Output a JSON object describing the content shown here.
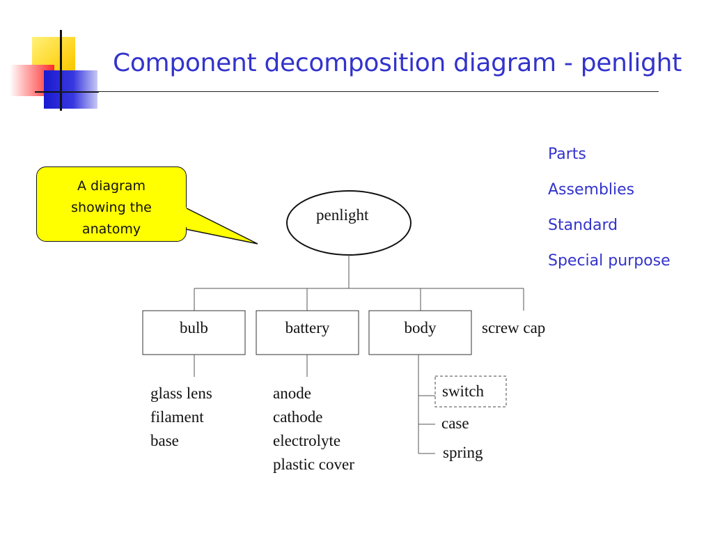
{
  "title": "Component decomposition diagram - penlight",
  "legend": [
    "Parts",
    "Assemblies",
    "Standard",
    "Special purpose"
  ],
  "callout": [
    "A diagram",
    "showing the",
    "anatomy"
  ],
  "root": "penlight",
  "children": [
    "bulb",
    "battery",
    "body",
    "screw cap"
  ],
  "bulb_parts": [
    "glass lens",
    "filament",
    "base"
  ],
  "battery_parts": [
    "anode",
    "cathode",
    "electrolyte",
    "plastic cover"
  ],
  "body_parts": [
    "switch",
    "case",
    "spring"
  ],
  "colors": {
    "title": "#3333cc",
    "callout_fill": "#ffff00",
    "accent_yellow": "#ffd21a",
    "accent_red": "#ff2a2a",
    "accent_blue": "#1a1ad0"
  }
}
